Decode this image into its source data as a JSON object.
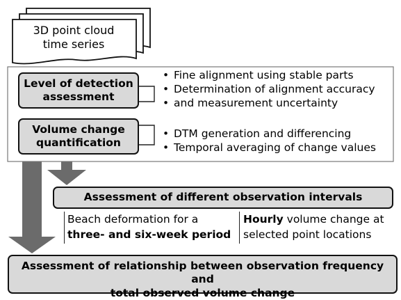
{
  "input": {
    "line1": "3D point cloud",
    "line2": "time series"
  },
  "lod": {
    "line1": "Level of detection",
    "line2": "assessment",
    "bullets": [
      {
        "text": "Fine alignment using stable parts"
      },
      {
        "text": "Determination of alignment accuracy"
      }
    ],
    "bullet_cont": "and measurement uncertainty"
  },
  "vol": {
    "line1": "Volume change",
    "line2": "quantification",
    "bullets": [
      {
        "text": "DTM generation and differencing"
      },
      {
        "text": "Temporal averaging of change values"
      }
    ]
  },
  "intervals": {
    "title": "Assessment of different observation intervals",
    "left": {
      "line1": "Beach deformation for a",
      "line2_bold": "three- and six-week period"
    },
    "right": {
      "bold": "Hourly",
      "rest": " volume change at",
      "line2": "selected point locations"
    }
  },
  "relationship": {
    "line1": "Assessment of relationship between observation frequency and",
    "line2": "total observed volume change"
  },
  "colors": {
    "box_fill": "#d9d9d9",
    "arrow_fill": "#6b6b6b",
    "border": "#111111"
  }
}
